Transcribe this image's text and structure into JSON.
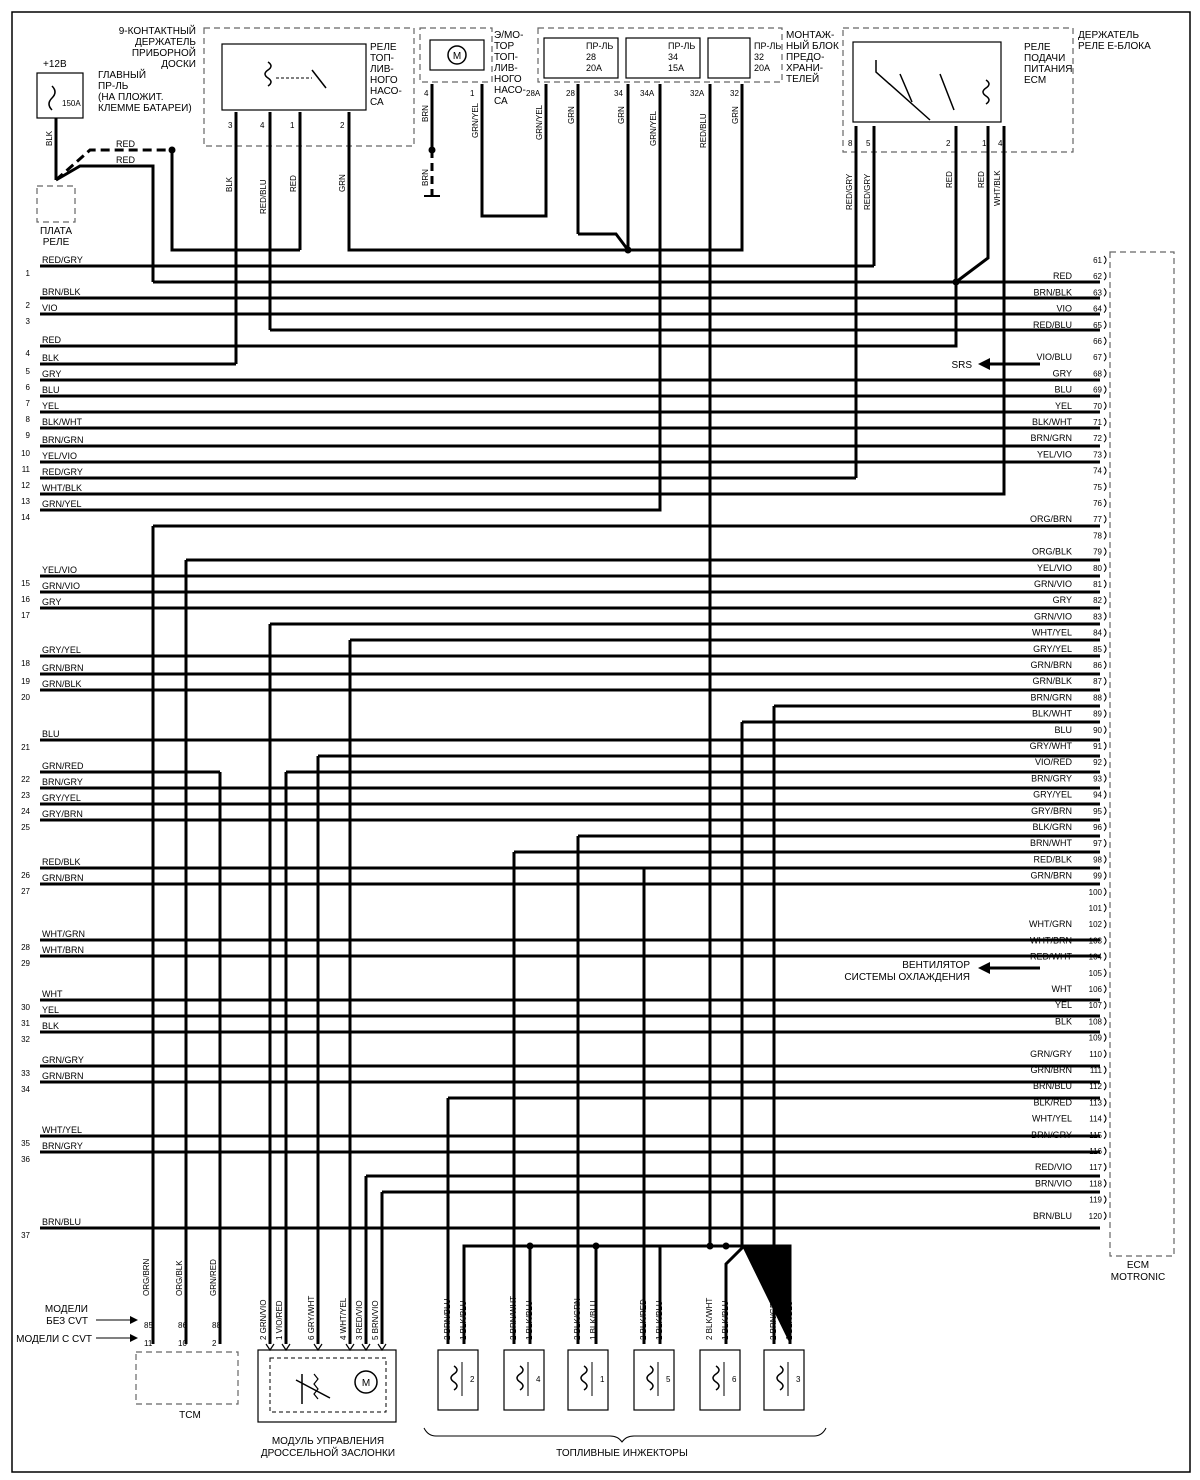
{
  "components": {
    "dash_holder_title": [
      "9-КОНТАКТНЫЙ",
      "ДЕРЖАТЕЛЬ",
      "ПРИБОРНОЙ",
      "ДОСКИ"
    ],
    "fuel_pump_relay": [
      "РЕЛЕ",
      "ТОП-",
      "ЛИВ-",
      "НОГО",
      "НАСО-",
      "СА"
    ],
    "fuel_pump_motor": [
      "Э/МО-",
      "ТОР",
      "ТОП-",
      "ЛИВ-",
      "НОГО",
      "НАСО-",
      "СА"
    ],
    "junction_block": [
      "МОНТАЖ-",
      "НЫЙ БЛОК",
      "ПРЕДО-",
      "ХРАНИ-",
      "ТЕЛЕЙ"
    ],
    "e_block_holder": [
      "ДЕРЖАТЕЛЬ",
      "РЕЛЕ Е-БЛОКА"
    ],
    "ecm_power_relay": [
      "РЕЛЕ",
      "ПОДАЧИ",
      "ПИТАНИЯ",
      "ECM"
    ],
    "main_fuse": [
      "ГЛАВНЫЙ",
      "ПР-ЛЬ",
      "(НА ПЛОЖИТ.",
      "КЛЕММЕ БАТАРЕИ)"
    ],
    "supply": "+12В",
    "main_fuse_rating": "150A",
    "relay_board": [
      "ПЛАТА",
      "РЕЛЕ"
    ],
    "fuse_28": [
      "ПР-ЛЬ",
      "28",
      "20A"
    ],
    "fuse_34": [
      "ПР-ЛЬ",
      "34",
      "15A"
    ],
    "fuse_32": [
      "ПР-ЛЬ",
      "32",
      "20A"
    ],
    "ecm": [
      "ECM",
      "MOTRONIC"
    ],
    "srs": "SRS",
    "fan": [
      "ВЕНТИЛЯТОР",
      "СИСТЕМЫ ОХЛАЖДЕНИЯ"
    ],
    "tcm": "TCM",
    "throttle_module": [
      "МОДУЛЬ УПРАВЛЕНИЯ",
      "ДРОССЕЛЬНОЙ ЗАСЛОНКИ"
    ],
    "injectors": "ТОПЛИВНЫЕ ИНЖЕКТОРЫ",
    "models_no_cvt": [
      "МОДЕЛИ",
      "БЕЗ CVT"
    ],
    "models_cvt": "МОДЕЛИ С CVT"
  },
  "top_wires": {
    "battery_blk": "BLK",
    "red_a": "RED",
    "red_b": "RED",
    "relay_pins": [
      "3",
      "4",
      "1",
      "2"
    ],
    "relay_wires": [
      "BLK",
      "RED/BLU",
      "RED",
      "GRN"
    ],
    "motor_pins": [
      "4",
      "1"
    ],
    "motor_wires": [
      "BRN",
      "GRN/YEL"
    ],
    "motor_ground": "BRN",
    "jb_pins": [
      "28A",
      "28",
      "34",
      "34A",
      "32A",
      "32"
    ],
    "jb_wires": [
      "GRN/YEL",
      "GRN",
      "GRN",
      "GRN/YEL",
      "RED/BLU",
      "GRN"
    ],
    "eblock_pins": [
      "8",
      "5",
      "2",
      "1",
      "4"
    ],
    "eblock_wires": [
      "RED/GRY",
      "RED/GRY",
      "RED",
      "RED",
      "WHT/BLK"
    ]
  },
  "left_pins": [
    {
      "n": "1",
      "c": "RED/GRY"
    },
    {
      "n": "2",
      "c": "BRN/BLK"
    },
    {
      "n": "3",
      "c": "VIO"
    },
    {
      "n": "4",
      "c": "RED"
    },
    {
      "n": "5",
      "c": "BLK"
    },
    {
      "n": "6",
      "c": "GRY"
    },
    {
      "n": "7",
      "c": "BLU"
    },
    {
      "n": "8",
      "c": "YEL"
    },
    {
      "n": "9",
      "c": "BLK/WHT"
    },
    {
      "n": "10",
      "c": "BRN/GRN"
    },
    {
      "n": "11",
      "c": "YEL/VIO"
    },
    {
      "n": "12",
      "c": "RED/GRY"
    },
    {
      "n": "13",
      "c": "WHT/BLK"
    },
    {
      "n": "14",
      "c": "GRN/YEL"
    },
    {
      "n": "15",
      "c": "YEL/VIO"
    },
    {
      "n": "16",
      "c": "GRN/VIO"
    },
    {
      "n": "17",
      "c": "GRY"
    },
    {
      "n": "18",
      "c": "GRY/YEL"
    },
    {
      "n": "19",
      "c": "GRN/BRN"
    },
    {
      "n": "20",
      "c": "GRN/BLK"
    },
    {
      "n": "21",
      "c": "BLU"
    },
    {
      "n": "22",
      "c": "GRN/RED"
    },
    {
      "n": "23",
      "c": "BRN/GRY"
    },
    {
      "n": "24",
      "c": "GRY/YEL"
    },
    {
      "n": "25",
      "c": "GRY/BRN"
    },
    {
      "n": "26",
      "c": "RED/BLK"
    },
    {
      "n": "27",
      "c": "GRN/BRN"
    },
    {
      "n": "28",
      "c": "WHT/GRN"
    },
    {
      "n": "29",
      "c": "WHT/BRN"
    },
    {
      "n": "30",
      "c": "WHT"
    },
    {
      "n": "31",
      "c": "YEL"
    },
    {
      "n": "32",
      "c": "BLK"
    },
    {
      "n": "33",
      "c": "GRN/GRY"
    },
    {
      "n": "34",
      "c": "GRN/BRN"
    },
    {
      "n": "35",
      "c": "WHT/YEL"
    },
    {
      "n": "36",
      "c": "BRN/GRY"
    },
    {
      "n": "37",
      "c": "BRN/BLU"
    }
  ],
  "ecm_pins": [
    {
      "n": "61",
      "c": ""
    },
    {
      "n": "62",
      "c": "RED"
    },
    {
      "n": "63",
      "c": "BRN/BLK"
    },
    {
      "n": "64",
      "c": "VIO"
    },
    {
      "n": "65",
      "c": "RED/BLU"
    },
    {
      "n": "66",
      "c": ""
    },
    {
      "n": "67",
      "c": "VIO/BLU"
    },
    {
      "n": "68",
      "c": "GRY"
    },
    {
      "n": "69",
      "c": "BLU"
    },
    {
      "n": "70",
      "c": "YEL"
    },
    {
      "n": "71",
      "c": "BLK/WHT"
    },
    {
      "n": "72",
      "c": "BRN/GRN"
    },
    {
      "n": "73",
      "c": "YEL/VIO"
    },
    {
      "n": "74",
      "c": ""
    },
    {
      "n": "75",
      "c": ""
    },
    {
      "n": "76",
      "c": ""
    },
    {
      "n": "77",
      "c": "ORG/BRN"
    },
    {
      "n": "78",
      "c": ""
    },
    {
      "n": "79",
      "c": "ORG/BLK"
    },
    {
      "n": "80",
      "c": "YEL/VIO"
    },
    {
      "n": "81",
      "c": "GRN/VIO"
    },
    {
      "n": "82",
      "c": "GRY"
    },
    {
      "n": "83",
      "c": "GRN/VIO"
    },
    {
      "n": "84",
      "c": "WHT/YEL"
    },
    {
      "n": "85",
      "c": "GRY/YEL"
    },
    {
      "n": "86",
      "c": "GRN/BRN"
    },
    {
      "n": "87",
      "c": "GRN/BLK"
    },
    {
      "n": "88",
      "c": "BRN/GRN"
    },
    {
      "n": "89",
      "c": "BLK/WHT"
    },
    {
      "n": "90",
      "c": "BLU"
    },
    {
      "n": "91",
      "c": "GRY/WHT"
    },
    {
      "n": "92",
      "c": "VIO/RED"
    },
    {
      "n": "93",
      "c": "BRN/GRY"
    },
    {
      "n": "94",
      "c": "GRY/YEL"
    },
    {
      "n": "95",
      "c": "GRY/BRN"
    },
    {
      "n": "96",
      "c": "BLK/GRN"
    },
    {
      "n": "97",
      "c": "BRN/WHT"
    },
    {
      "n": "98",
      "c": "RED/BLK"
    },
    {
      "n": "99",
      "c": "GRN/BRN"
    },
    {
      "n": "100",
      "c": ""
    },
    {
      "n": "101",
      "c": ""
    },
    {
      "n": "102",
      "c": "WHT/GRN"
    },
    {
      "n": "103",
      "c": "WHT/BRN"
    },
    {
      "n": "104",
      "c": "RED/WHT"
    },
    {
      "n": "105",
      "c": ""
    },
    {
      "n": "106",
      "c": "WHT"
    },
    {
      "n": "107",
      "c": "YEL"
    },
    {
      "n": "108",
      "c": "BLK"
    },
    {
      "n": "109",
      "c": ""
    },
    {
      "n": "110",
      "c": "GRN/GRY"
    },
    {
      "n": "111",
      "c": "GRN/BRN"
    },
    {
      "n": "112",
      "c": "BRN/BLU"
    },
    {
      "n": "113",
      "c": "BLK/RED"
    },
    {
      "n": "114",
      "c": "WHT/YEL"
    },
    {
      "n": "115",
      "c": "BRN/GRY"
    },
    {
      "n": "116",
      "c": ""
    },
    {
      "n": "117",
      "c": "RED/VIO"
    },
    {
      "n": "118",
      "c": "BRN/VIO"
    },
    {
      "n": "119",
      "c": ""
    },
    {
      "n": "120",
      "c": "BRN/BLU"
    }
  ],
  "bottom": {
    "tcm_top_pins": [
      "85",
      "86",
      "88"
    ],
    "tcm_bottom_pins": [
      "11",
      "10",
      "2"
    ],
    "tcm_wires": [
      "ORG/BRN",
      "ORG/BLK",
      "GRN/RED"
    ],
    "throttle_wires": [
      {
        "n": "2",
        "c": "GRN/VIO"
      },
      {
        "n": "1",
        "c": "VIO/RED"
      },
      {
        "n": "6",
        "c": "GRY/WHT"
      },
      {
        "n": "4",
        "c": "WHT/YEL"
      },
      {
        "n": "3",
        "c": "RED/VIO"
      },
      {
        "n": "5",
        "c": "BRN/VIO"
      }
    ],
    "injectors": [
      {
        "num": "2",
        "w1": "BRN/BLU",
        "w2": "BLK/BLU"
      },
      {
        "num": "4",
        "w1": "BRN/WHT",
        "w2": "BLK/BLU"
      },
      {
        "num": "1",
        "w1": "BLK/GRN",
        "w2": "BLK/BLU"
      },
      {
        "num": "5",
        "w1": "BLK/RED",
        "w2": "BLK/BLU"
      },
      {
        "num": "6",
        "w1": "BLK/WHT",
        "w2": "BLK/BLU"
      },
      {
        "num": "3",
        "w1": "BRN/GRN",
        "w2": "BLK/BLU"
      }
    ],
    "injector_pin_pair": [
      "2",
      "1"
    ]
  }
}
